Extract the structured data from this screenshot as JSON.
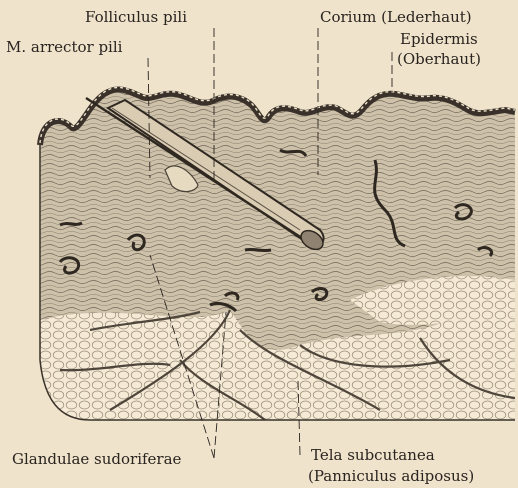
{
  "labels": {
    "folliculus": "Folliculus pili",
    "arrector": "M. arrector pili",
    "corium": "Corium (Lederhaut)",
    "epidermis": "Epidermis",
    "oberhaut": "(Oberhaut)",
    "glandulae": "Glandulae sudoriferae",
    "tela": "Tela subcutanea",
    "panniculus": "(Panniculus adiposus)"
  },
  "colors": {
    "paper": "#efe3cb",
    "ink": "#2a2420",
    "tissue": "#cfc3ad",
    "fat": "#f4ead6"
  }
}
